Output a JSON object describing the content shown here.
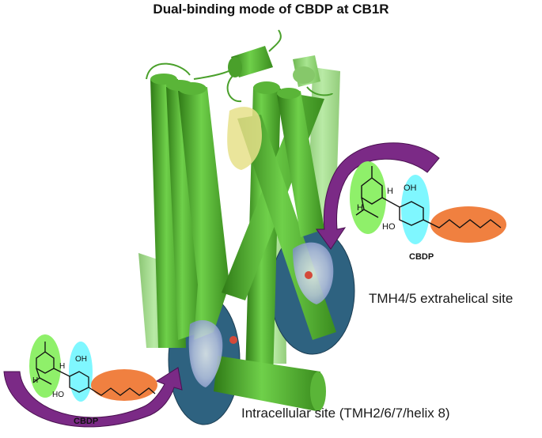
{
  "title": "Dual-binding mode of CBDP at CB1R",
  "sites": {
    "extrahelical": "TMH4/5 extrahelical site",
    "intracellular": "Intracellular site (TMH2/6/7/helix 8)"
  },
  "ligands": {
    "upper": {
      "name": "CBDP",
      "oh_top": "OH",
      "oh_bottom": "HO",
      "h1": "H",
      "h2": "H"
    },
    "lower": {
      "name": "CBDP",
      "oh_top": "OH",
      "oh_bottom": "HO",
      "h1": "H",
      "h2": "H"
    }
  },
  "colors": {
    "helix": "#5cb83a",
    "helix_dark": "#3d8a22",
    "site_ellipse": "#2e6280",
    "arrow": "#7b2a86",
    "terpene_highlight": "#8ff06a",
    "resorcinol_highlight": "#7ff7ff",
    "alkyl_highlight": "#f08040"
  }
}
